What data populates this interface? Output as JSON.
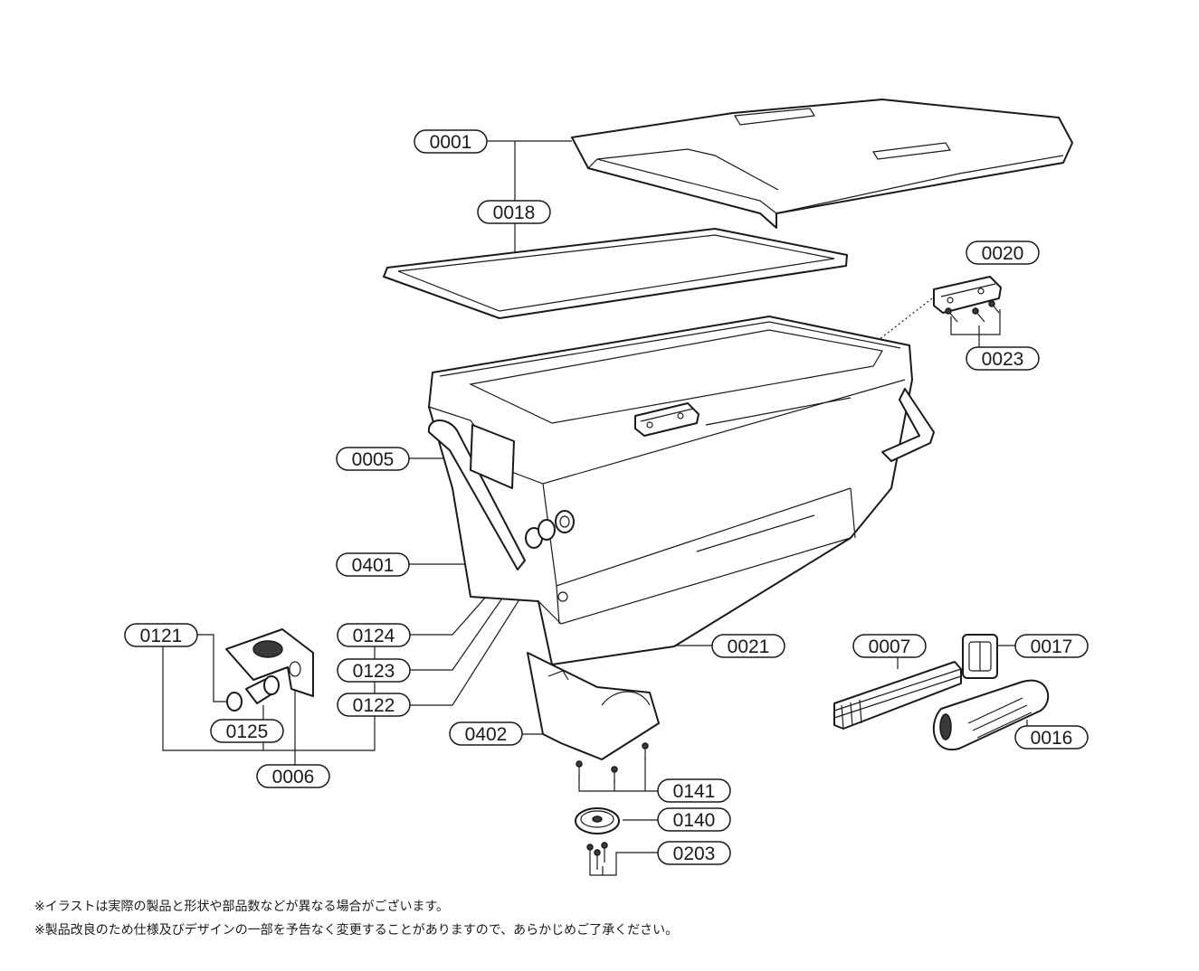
{
  "labels": {
    "p0001": "0001",
    "p0018": "0018",
    "p0020": "0020",
    "p0023": "0023",
    "p0005": "0005",
    "p0401": "0401",
    "p0121": "0121",
    "p0124": "0124",
    "p0123": "0123",
    "p0122": "0122",
    "p0125": "0125",
    "p0006": "0006",
    "p0021": "0021",
    "p0007": "0007",
    "p0017": "0017",
    "p0016": "0016",
    "p0402": "0402",
    "p0141": "0141",
    "p0140": "0140",
    "p0203": "0203"
  },
  "notes": {
    "line1": "※イラストは実際の製品と形状や部品数などが異なる場合がございます。",
    "line2": "※製品改良のため仕様及びデザインの一部を予告なく変更することがありますので、あらかじめご了承ください。"
  }
}
